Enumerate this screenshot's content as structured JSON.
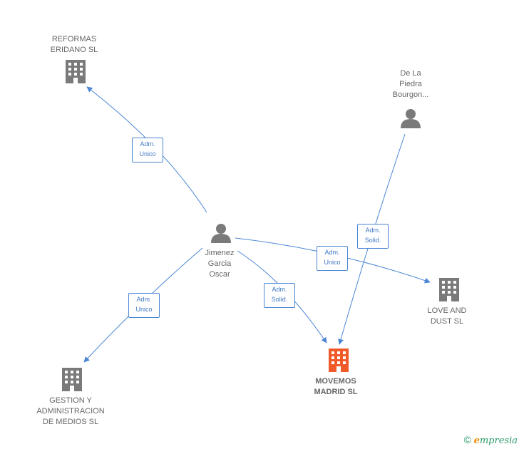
{
  "nodes": {
    "reformas": {
      "label": "REFORMAS\nERIDANO SL",
      "kind": "company"
    },
    "piedra": {
      "label": "De La\nPiedra\nBourgon...",
      "kind": "person"
    },
    "jimenez": {
      "label": "Jimenez\nGarcia\nOscar",
      "kind": "person"
    },
    "love": {
      "label": "LOVE AND\nDUST  SL",
      "kind": "company"
    },
    "gestion": {
      "label": "GESTION Y\nADMINISTRACION\nDE MEDIOS SL",
      "kind": "company"
    },
    "movemos": {
      "label": "MOVEMOS\nMADRID SL",
      "kind": "company-target"
    }
  },
  "edges": [
    {
      "id": "jimenez-reformas",
      "label": "Adm.\nUnico"
    },
    {
      "id": "jimenez-gestion",
      "label": "Adm.\nUnico"
    },
    {
      "id": "jimenez-love",
      "label": "Adm.\nUnico"
    },
    {
      "id": "jimenez-movemos",
      "label": "Adm.\nSolid."
    },
    {
      "id": "piedra-movemos",
      "label": "Adm.\nSolid."
    }
  ],
  "colors": {
    "edge": "#4a86d4",
    "icon": "#7a7a7a",
    "target": "#f05a28"
  },
  "footer": {
    "copyright": "©",
    "brand_e": "e",
    "brand_rest": "mpresia"
  }
}
